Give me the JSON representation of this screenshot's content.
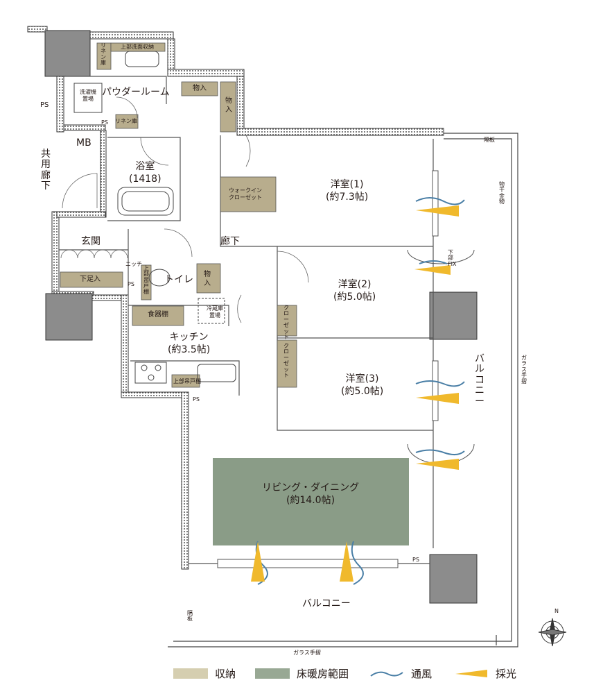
{
  "rooms": {
    "western1": {
      "name": "洋室(1)",
      "size": "(約7.3帖)"
    },
    "western2": {
      "name": "洋室(2)",
      "size": "(約5.0帖)"
    },
    "western3": {
      "name": "洋室(3)",
      "size": "(約5.0帖)"
    },
    "living": {
      "name": "リビング・ダイニング",
      "size": "(約14.0帖)"
    },
    "kitchen": {
      "name": "キッチン",
      "size": "(約3.5帖)"
    },
    "bath": {
      "name": "浴室",
      "size": "(1418)"
    },
    "powder": "パウダールーム",
    "entrance": "玄関",
    "corridor": "廊下",
    "toilet": "トイレ",
    "shared_corridor": "共用廊下"
  },
  "storage": {
    "walkin": "ウォークイン\nクローゼット",
    "closet": "クローゼット",
    "storage": "物入",
    "linen": "リネン庫",
    "shoe": "下足入",
    "dish": "食器棚",
    "fridge": "冷蔵庫置場",
    "washer": "洗濯機置場",
    "upper_washbasin": "上部洗面収納",
    "upper_cabinet": "上部吊戸棚",
    "niche": "ニッチ"
  },
  "labels": {
    "ps": "PS",
    "mb": "MB",
    "balcony": "バルコニー",
    "glass_rail": "ガラス手摺",
    "partition": "隔板",
    "fixture": "物干金物",
    "upper_fix": "下部FIX",
    "north": "N"
  },
  "legend": [
    {
      "label": "収納",
      "color": "#d5ceb0"
    },
    {
      "label": "床暖房範囲",
      "color": "#98a894"
    },
    {
      "label": "通風",
      "color": "#4a7fa6"
    },
    {
      "label": "採光",
      "color": "#f0b92c"
    }
  ],
  "colors": {
    "wall": "#3a3a3a",
    "column": "#8c8c8c",
    "storage": "#b8ad8d",
    "floor_heating": "#8a9c87",
    "breeze": "#4a7fa6",
    "light": "#f0b92c"
  }
}
